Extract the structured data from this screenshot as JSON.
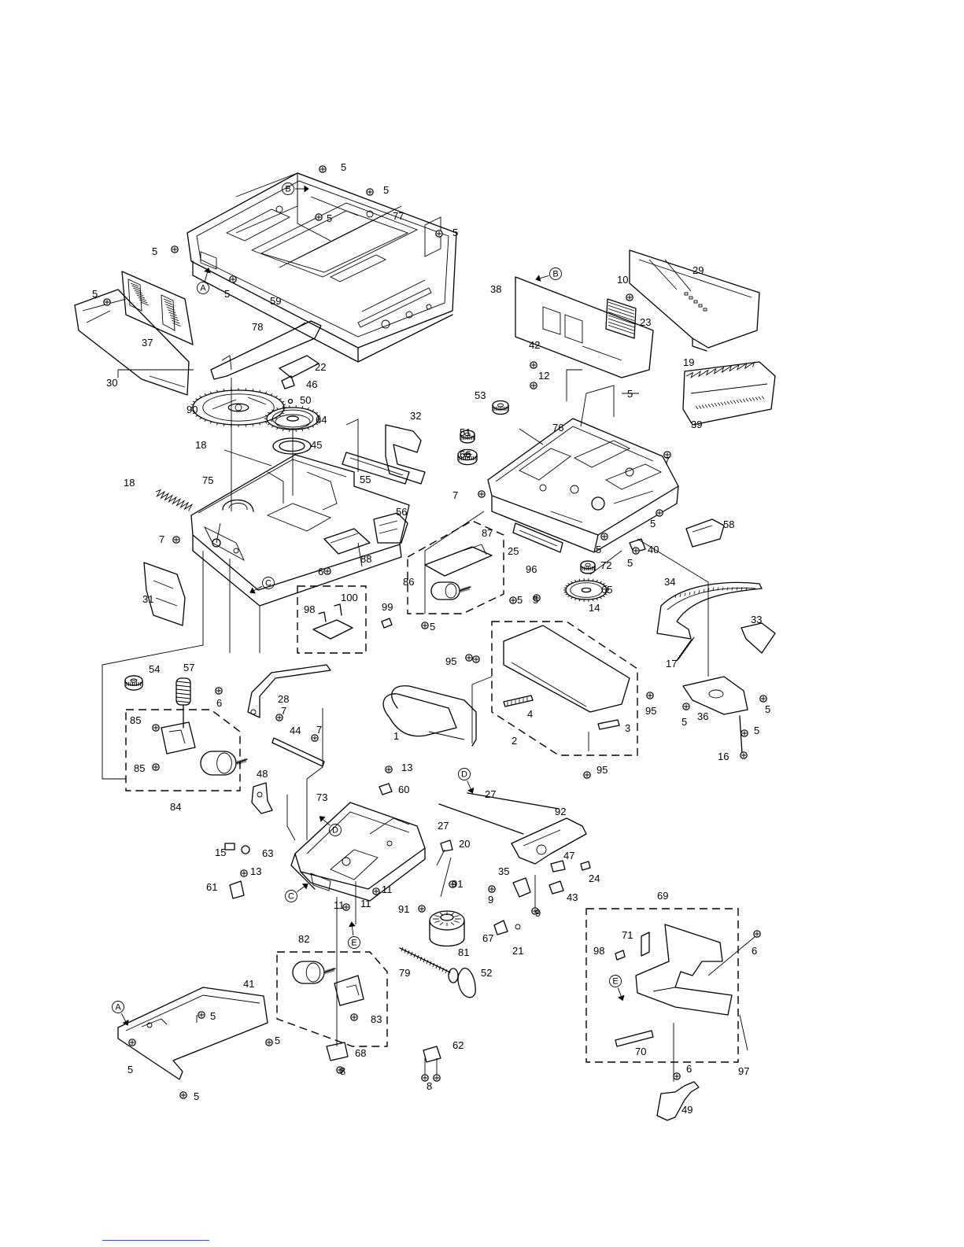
{
  "diagram": {
    "part_numbers": [
      "1",
      "2",
      "3",
      "4",
      "5",
      "6",
      "7",
      "8",
      "9",
      "10",
      "11",
      "12",
      "13",
      "14",
      "15",
      "16",
      "17",
      "18",
      "19",
      "20",
      "21",
      "22",
      "23",
      "24",
      "25",
      "27",
      "28",
      "29",
      "30",
      "31",
      "32",
      "33",
      "34",
      "35",
      "36",
      "37",
      "38",
      "39",
      "40",
      "41",
      "42",
      "43",
      "44",
      "45",
      "46",
      "47",
      "48",
      "49",
      "50",
      "51",
      "52",
      "53",
      "54",
      "55",
      "56",
      "57",
      "58",
      "59",
      "60",
      "61",
      "62",
      "63",
      "64",
      "65",
      "66",
      "67",
      "68",
      "69",
      "70",
      "71",
      "72",
      "73",
      "75",
      "76",
      "77",
      "78",
      "79",
      "81",
      "82",
      "83",
      "84",
      "85",
      "86",
      "87",
      "88",
      "90",
      "91",
      "92",
      "95",
      "96",
      "97",
      "98",
      "99",
      "100"
    ],
    "connection_markers": [
      "A",
      "B",
      "C",
      "D",
      "E"
    ]
  }
}
